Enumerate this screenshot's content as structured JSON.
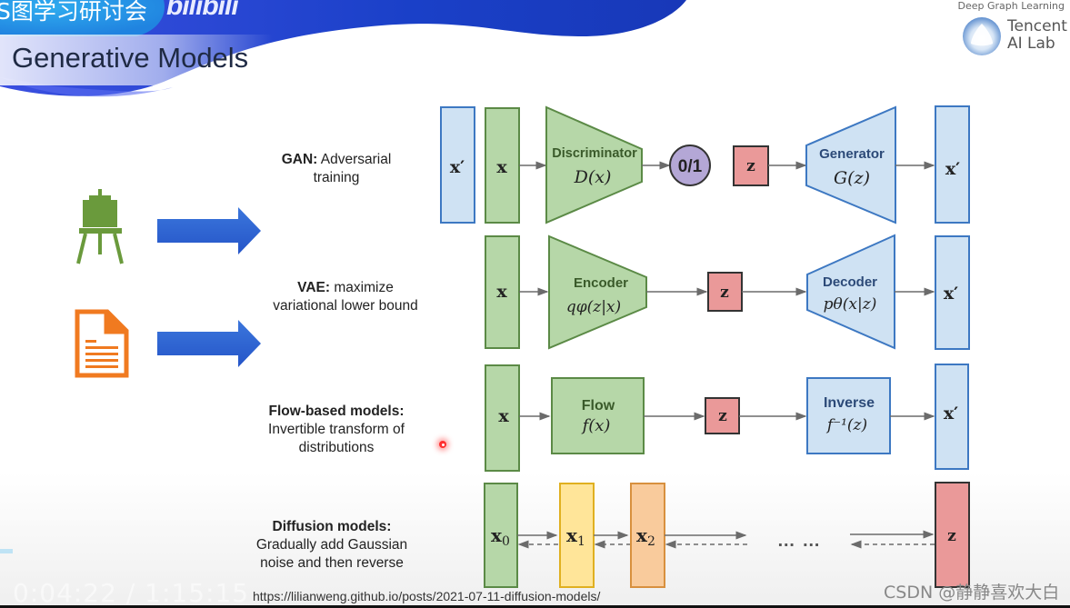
{
  "header": {
    "seminar_title": "S图学习研讨会",
    "platform_logo": "bilibili",
    "slide_title": "Generative Models",
    "org_tagline": "Deep Graph Learning",
    "org_name_line1": "Tencent",
    "org_name_line2": "AI Lab"
  },
  "icons": {
    "easel": "easel-icon",
    "document": "document-icon",
    "arrow": "arrow-right-icon"
  },
  "colors": {
    "header_blue": "#1c3fd0",
    "header_light_blue": "#2a9be6",
    "arrow_blue": "#2e63d6",
    "easel_green": "#6a9a3c",
    "document_orange": "#f07a20",
    "green_fill": "#b6d7a8",
    "green_stroke": "#5b8a46",
    "blue_fill": "#cfe2f3",
    "blue_stroke": "#3d78c2",
    "red_fill": "#ea9999",
    "purple_fill": "#b4a7d6",
    "yellow_fill": "#ffe599",
    "yellow_stroke": "#e0b020",
    "orange_fill": "#f9cb9c",
    "orange_stroke": "#d8903e"
  },
  "models": [
    {
      "name": "GAN:",
      "description": "Adversarial training",
      "desc_line1": "Adversarial",
      "desc_line2": "training",
      "blocks": {
        "input_fake": "x′",
        "input_real": "x",
        "discriminator_label": "Discriminator",
        "discriminator_math": "D(x)",
        "output": "0/1",
        "latent": "z",
        "generator_label": "Generator",
        "generator_math": "G(z)",
        "output_fake": "x′"
      }
    },
    {
      "name": "VAE:",
      "desc_line1": "maximize",
      "desc_line2": "variational lower bound",
      "blocks": {
        "input": "x",
        "encoder_label": "Encoder",
        "encoder_math": "qφ(z|x)",
        "latent": "z",
        "decoder_label": "Decoder",
        "decoder_math": "pθ(x|z)",
        "output": "x′"
      }
    },
    {
      "name": "Flow-based models:",
      "desc_line1": "Invertible transform of",
      "desc_line2": "distributions",
      "blocks": {
        "input": "x",
        "flow_label": "Flow",
        "flow_math": "f(x)",
        "latent": "z",
        "inverse_label": "Inverse",
        "inverse_math": "f⁻¹(z)",
        "output": "x′"
      }
    },
    {
      "name": "Diffusion models:",
      "desc_line1": "Gradually add Gaussian",
      "desc_line2": "noise and then reverse",
      "blocks": {
        "x0": "x",
        "x0_sub": "0",
        "x1": "x",
        "x1_sub": "1",
        "x2": "x",
        "x2_sub": "2",
        "ellipsis": "… …",
        "latent": "z"
      }
    }
  ],
  "footer": {
    "source_url": "https://lilianweng.github.io/posts/2021-07-11-diffusion-models/",
    "video_time": "0:04:22 / 1:15:15",
    "watermark": "CSDN @静静喜欢大白"
  }
}
